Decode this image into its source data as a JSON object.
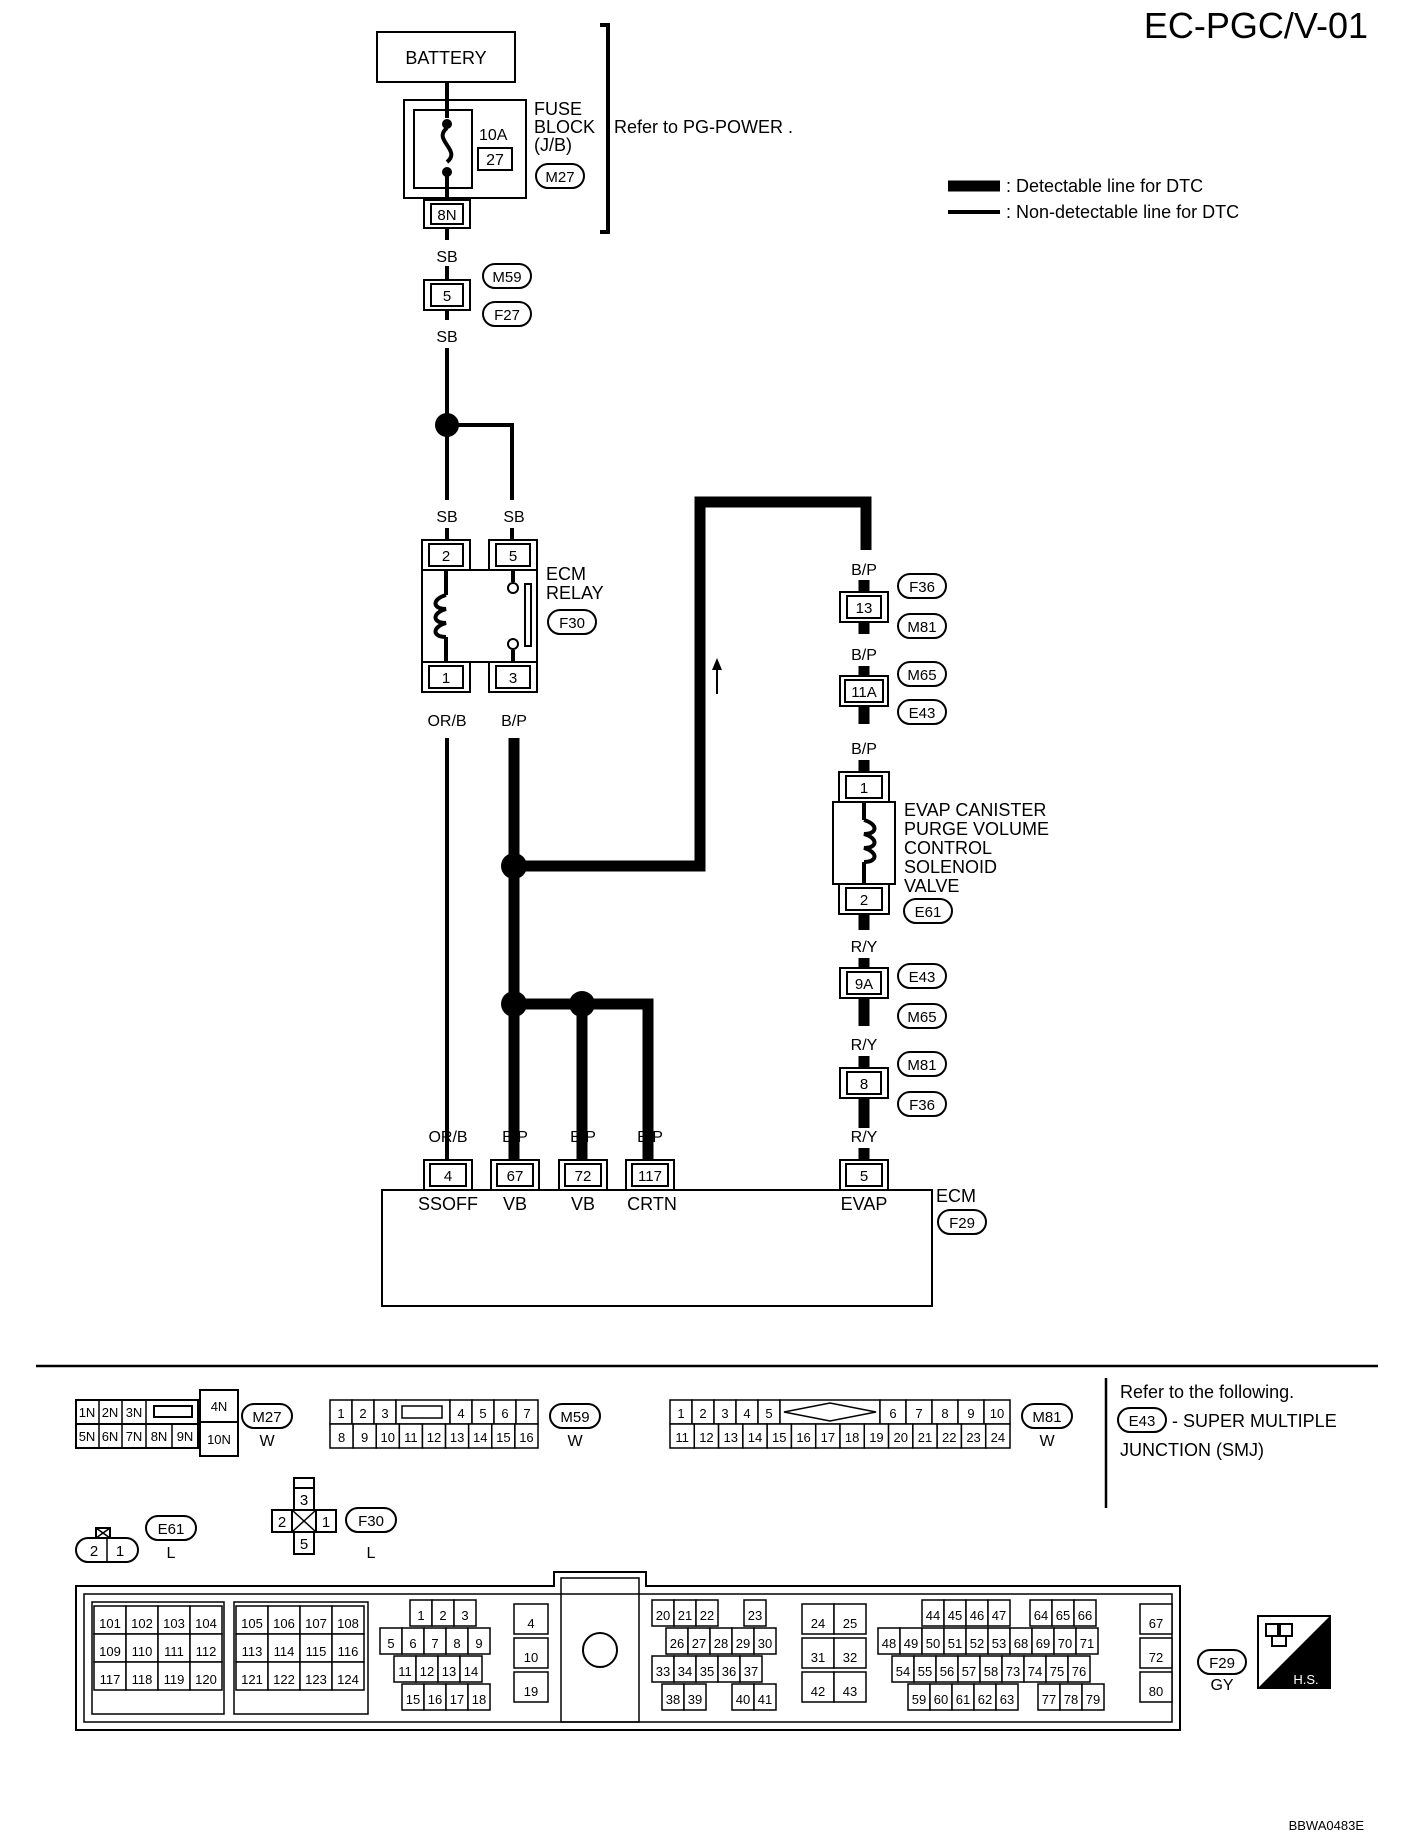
{
  "title": "EC-PGC/V-01",
  "legend": {
    "detectable": ": Detectable line for DTC",
    "non_detectable": ": Non-detectable line for DTC"
  },
  "battery": "BATTERY",
  "fuse": {
    "amp": "10A",
    "num": "27",
    "label1": "FUSE",
    "label2": "BLOCK",
    "label3": "(J/B)",
    "conn": "M27",
    "terminal": "8N",
    "refer": "Refer to  PG-POWER ."
  },
  "wires": {
    "sb": "SB",
    "orb": "OR/B",
    "bp": "B/P",
    "ry": "R/Y"
  },
  "conn_m59_f27": {
    "pin": "5",
    "c1": "M59",
    "c2": "F27"
  },
  "ecm_relay": {
    "label1": "ECM",
    "label2": "RELAY",
    "conn": "F30",
    "pins": [
      "2",
      "5",
      "1",
      "3"
    ]
  },
  "conn_f36_m81_top": {
    "pin": "13",
    "c1": "F36",
    "c2": "M81"
  },
  "conn_m65_e43_top": {
    "pin": "11A",
    "c1": "M65",
    "c2": "E43"
  },
  "evap_valve": {
    "lines": [
      "EVAP CANISTER",
      "PURGE VOLUME",
      "CONTROL",
      "SOLENOID",
      "VALVE"
    ],
    "conn": "E61",
    "pins": [
      "1",
      "2"
    ]
  },
  "conn_e43_m65_bot": {
    "pin": "9A",
    "c1": "E43",
    "c2": "M65"
  },
  "conn_m81_f36_bot": {
    "pin": "8",
    "c1": "M81",
    "c2": "F36"
  },
  "ecm": {
    "label": "ECM",
    "conn": "F29",
    "terminals": [
      {
        "pin": "4",
        "name": "SSOFF",
        "wire": "OR/B"
      },
      {
        "pin": "67",
        "name": "VB",
        "wire": "B/P"
      },
      {
        "pin": "72",
        "name": "VB",
        "wire": "B/P"
      },
      {
        "pin": "117",
        "name": "CRTN",
        "wire": "B/P"
      },
      {
        "pin": "5",
        "name": "EVAP",
        "wire": "R/Y"
      }
    ]
  },
  "connector_views": {
    "m27": {
      "id": "M27",
      "color": "W",
      "row1": [
        "1N",
        "2N",
        "3N"
      ],
      "row2": [
        "5N",
        "6N",
        "7N",
        "8N",
        "9N"
      ],
      "side_top": "4N",
      "side_bot": "10N"
    },
    "m59": {
      "id": "M59",
      "color": "W",
      "row1a": [
        "1",
        "2",
        "3"
      ],
      "row1b": [
        "4",
        "5",
        "6",
        "7"
      ],
      "row2": [
        "8",
        "9",
        "10",
        "11",
        "12",
        "13",
        "14",
        "15",
        "16"
      ]
    },
    "m81": {
      "id": "M81",
      "color": "W",
      "row1a": [
        "1",
        "2",
        "3",
        "4",
        "5"
      ],
      "row1b": [
        "6",
        "7",
        "8",
        "9",
        "10"
      ],
      "row2": [
        "11",
        "12",
        "13",
        "14",
        "15",
        "16",
        "17",
        "18",
        "19",
        "20",
        "21",
        "22",
        "23",
        "24"
      ]
    },
    "refer_note": {
      "line1": "Refer to the following.",
      "conn": "E43",
      "line2": "- SUPER MULTIPLE",
      "line3": "JUNCTION (SMJ)"
    },
    "e61": {
      "id": "E61",
      "color": "L",
      "pins": [
        "2",
        "1"
      ]
    },
    "f30": {
      "id": "F30",
      "color": "L",
      "pins": {
        "top": "3",
        "left": "2",
        "right": "1",
        "bottom": "5"
      }
    },
    "f29": {
      "id": "F29",
      "color": "GY",
      "g1": [
        [
          "101",
          "102",
          "103",
          "104"
        ],
        [
          "109",
          "110",
          "111",
          "112"
        ],
        [
          "117",
          "118",
          "119",
          "120"
        ]
      ],
      "g2": [
        [
          "105",
          "106",
          "107",
          "108"
        ],
        [
          "113",
          "114",
          "115",
          "116"
        ],
        [
          "121",
          "122",
          "123",
          "124"
        ]
      ],
      "g3": [
        [
          "1",
          "2",
          "3"
        ],
        [
          "5",
          "6",
          "7",
          "8",
          "9"
        ],
        [
          "11",
          "12",
          "13",
          "14"
        ],
        [
          "15",
          "16",
          "17",
          "18"
        ]
      ],
      "g4": [
        "4",
        "10",
        "19"
      ],
      "g5": [
        [
          "20",
          "21",
          "22",
          "23"
        ],
        [
          "26",
          "27",
          "28",
          "29",
          "30"
        ],
        [
          "33",
          "34",
          "35",
          "36",
          "37"
        ],
        [
          "38",
          "39",
          "40",
          "41"
        ]
      ],
      "g6": [
        [
          "24",
          "25"
        ],
        [
          "31",
          "32"
        ],
        [
          "42",
          "43"
        ]
      ],
      "g7": [
        [
          "44",
          "45",
          "46",
          "47",
          "64",
          "65",
          "66"
        ],
        [
          "48",
          "49",
          "50",
          "51",
          "52",
          "53",
          "68",
          "69",
          "70",
          "71"
        ],
        [
          "54",
          "55",
          "56",
          "57",
          "58",
          "73",
          "74",
          "75",
          "76"
        ],
        [
          "59",
          "60",
          "61",
          "62",
          "63",
          "77",
          "78",
          "79"
        ]
      ],
      "g8": [
        "67",
        "72",
        "80"
      ]
    },
    "hs_label": "H.S."
  },
  "footer_code": "BBWA0483E"
}
